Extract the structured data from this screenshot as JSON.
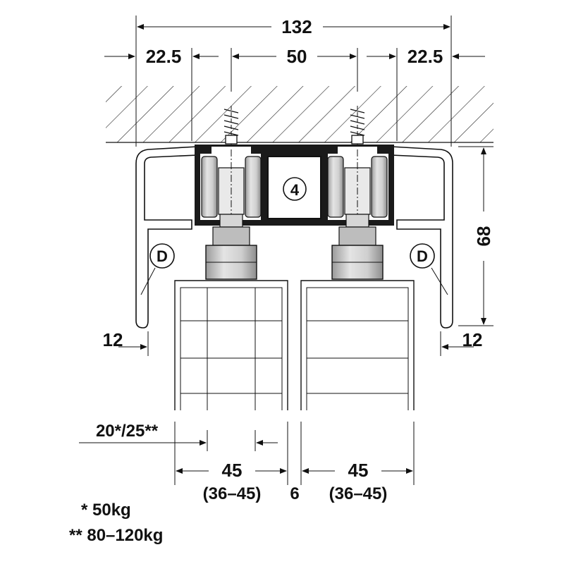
{
  "diagram": {
    "dimensions": {
      "total_width": "132",
      "left_offset": "22.5",
      "center_spacing": "50",
      "right_offset": "22.5",
      "height": "68",
      "left_edge": "12",
      "right_edge": "12",
      "door_thickness": "20*/25**",
      "left_door_width": "45",
      "left_door_range": "(36–45)",
      "door_gap": "6",
      "right_door_width": "45",
      "right_door_range": "(36–45)"
    },
    "callouts": {
      "center": "4",
      "left": "D",
      "right": "D"
    },
    "notes": {
      "single_star": "* 50kg",
      "double_star": "** 80–120kg"
    }
  },
  "colors": {
    "ink": "#111111",
    "roller_grey": "#c9c9c9",
    "track_black": "#1a1a1a"
  }
}
